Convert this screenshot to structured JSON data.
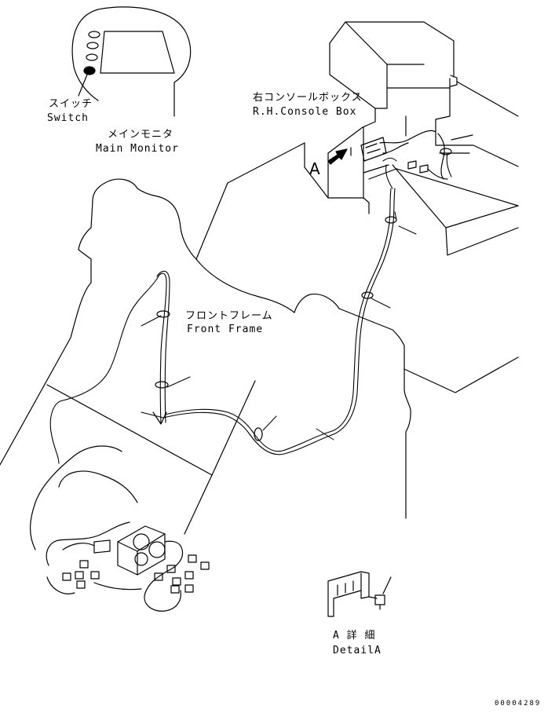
{
  "labels": {
    "switch_jp": "スイッチ",
    "switch_en": "Switch",
    "monitor_jp": "メインモニタ",
    "monitor_en": "Main Monitor",
    "console_jp": "右コンソールボックス",
    "console_en": "R.H.Console Box",
    "view_a": "A",
    "frame_jp": "フロントフレーム",
    "frame_en": "Front Frame",
    "detail_jp": "A 詳 細",
    "detail_en": "DetailA",
    "drawing_no": "00004289"
  }
}
